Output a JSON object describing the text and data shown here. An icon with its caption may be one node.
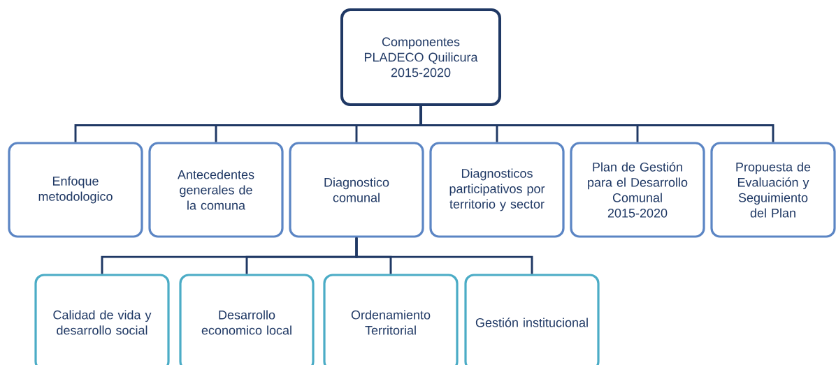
{
  "diagram": {
    "nodes": [
      {
        "text": [
          "Componentes PLADECO Quilicura 2015-2020"
        ]
      },
      {
        "text": [
          "Enfoque metodologico"
        ]
      },
      {
        "text": [
          "Antecedentes generales de la comuna"
        ]
      },
      {
        "text": [
          "Diagnostico comunal"
        ]
      },
      {
        "text": [
          "Diagnosticos participativos por territorio y sector"
        ]
      },
      {
        "text": [
          "Plan de Gestión para el Desarrollo Comunal 2015-2020"
        ]
      },
      {
        "text": [
          "Propuesta de Evaluación y Seguimiento del Plan"
        ]
      },
      {
        "text": [
          "Calidad de vida y desarrollo social"
        ]
      },
      {
        "text": [
          "Desarrollo economico local"
        ]
      },
      {
        "text": [
          "Ordenamiento Territorial"
        ]
      },
      {
        "text": [
          "Gestión institucional"
        ]
      }
    ],
    "edges": [
      {
        "from": 0,
        "to": 1,
        "arrow": "none"
      },
      {
        "from": 0,
        "to": 2,
        "arrow": "none"
      },
      {
        "from": 0,
        "to": 3,
        "arrow": "none"
      },
      {
        "from": 0,
        "to": 4,
        "arrow": "none"
      },
      {
        "from": 0,
        "to": 5,
        "arrow": "none"
      },
      {
        "from": 0,
        "to": 6,
        "arrow": "none"
      },
      {
        "from": 3,
        "to": 7,
        "arrow": "none"
      },
      {
        "from": 3,
        "to": 8,
        "arrow": "none"
      },
      {
        "from": 3,
        "to": 9,
        "arrow": "none"
      },
      {
        "from": 3,
        "to": 10,
        "arrow": "none"
      }
    ]
  }
}
